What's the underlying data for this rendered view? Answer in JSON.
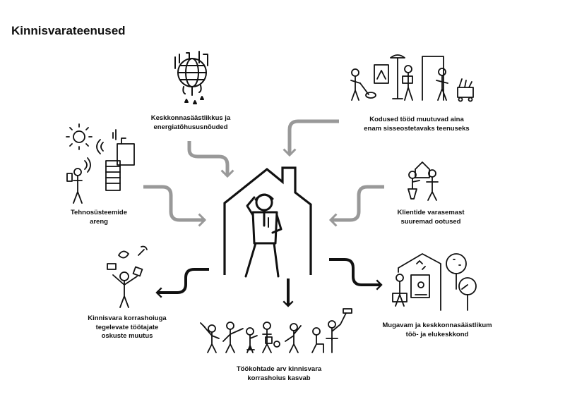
{
  "title": "Kinnisvarateenused",
  "labels": {
    "environment": [
      "Keskkonnasäästlikkus ja",
      "energiatõhususnõuded"
    ],
    "home_tasks": [
      "Kodused tööd muutuvad aina",
      "enam sisseostetavaks teenuseks"
    ],
    "tech": [
      "Tehnosüsteemide",
      "areng"
    ],
    "clients": [
      "Klientide varasemast",
      "suuremad ootused"
    ],
    "skills": [
      "Kinnisvara korrashoiuga",
      "tegelevate töötajate",
      "oskuste muutus"
    ],
    "jobs": [
      "Töökohtade arv kinnisvara",
      "korrashoius kasvab"
    ],
    "living": [
      "Mugavam ja keskkonnasäästlikum",
      "töö- ja elukeskkond"
    ]
  },
  "colors": {
    "incoming_arrow": "#999999",
    "outgoing_arrow": "#111111",
    "ink": "#111111"
  }
}
